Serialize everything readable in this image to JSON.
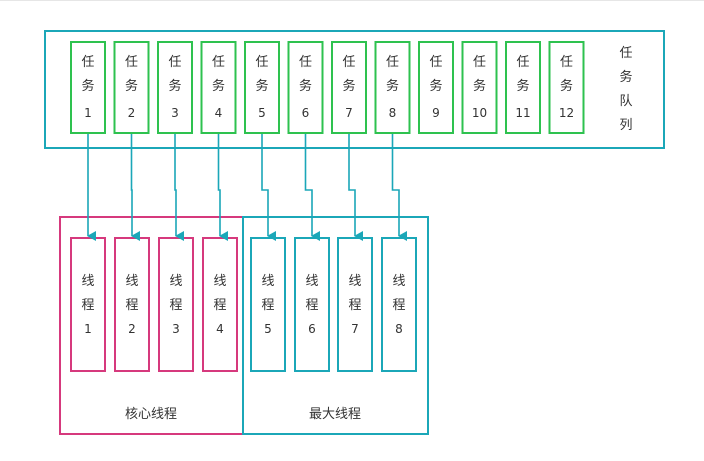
{
  "queue": {
    "label_chars": [
      "任",
      "务",
      "队",
      "列"
    ],
    "tasks": [
      {
        "chars": [
          "任",
          "务"
        ],
        "num": "1"
      },
      {
        "chars": [
          "任",
          "务"
        ],
        "num": "2"
      },
      {
        "chars": [
          "任",
          "务"
        ],
        "num": "3"
      },
      {
        "chars": [
          "任",
          "务"
        ],
        "num": "4"
      },
      {
        "chars": [
          "任",
          "务"
        ],
        "num": "5"
      },
      {
        "chars": [
          "任",
          "务"
        ],
        "num": "6"
      },
      {
        "chars": [
          "任",
          "务"
        ],
        "num": "7"
      },
      {
        "chars": [
          "任",
          "务"
        ],
        "num": "8"
      },
      {
        "chars": [
          "任",
          "务"
        ],
        "num": "9"
      },
      {
        "chars": [
          "任",
          "务"
        ],
        "num": "10"
      },
      {
        "chars": [
          "任",
          "务"
        ],
        "num": "11"
      },
      {
        "chars": [
          "任",
          "务"
        ],
        "num": "12"
      }
    ]
  },
  "core_group": {
    "label": "核心线程",
    "threads": [
      {
        "chars": [
          "线",
          "程"
        ],
        "num": "1"
      },
      {
        "chars": [
          "线",
          "程"
        ],
        "num": "2"
      },
      {
        "chars": [
          "线",
          "程"
        ],
        "num": "3"
      },
      {
        "chars": [
          "线",
          "程"
        ],
        "num": "4"
      }
    ]
  },
  "max_group": {
    "label": "最大线程",
    "threads": [
      {
        "chars": [
          "线",
          "程"
        ],
        "num": "5"
      },
      {
        "chars": [
          "线",
          "程"
        ],
        "num": "6"
      },
      {
        "chars": [
          "线",
          "程"
        ],
        "num": "7"
      },
      {
        "chars": [
          "线",
          "程"
        ],
        "num": "8"
      }
    ]
  },
  "arrows": [
    {
      "from_task": 1,
      "to_thread": 1
    },
    {
      "from_task": 2,
      "to_thread": 2
    },
    {
      "from_task": 3,
      "to_thread": 3
    },
    {
      "from_task": 4,
      "to_thread": 4
    },
    {
      "from_task": 5,
      "to_thread": 5
    },
    {
      "from_task": 6,
      "to_thread": 6
    },
    {
      "from_task": 7,
      "to_thread": 7
    },
    {
      "from_task": 8,
      "to_thread": 8
    }
  ],
  "colors": {
    "queue_border": "#1ba7b8",
    "task_border": "#2ec24f",
    "core_border": "#d6397d",
    "core_thread_border": "#d6397d",
    "max_border": "#1ba7b8",
    "max_thread_border": "#1ba7b8",
    "arrow": "#1ba7b8"
  }
}
